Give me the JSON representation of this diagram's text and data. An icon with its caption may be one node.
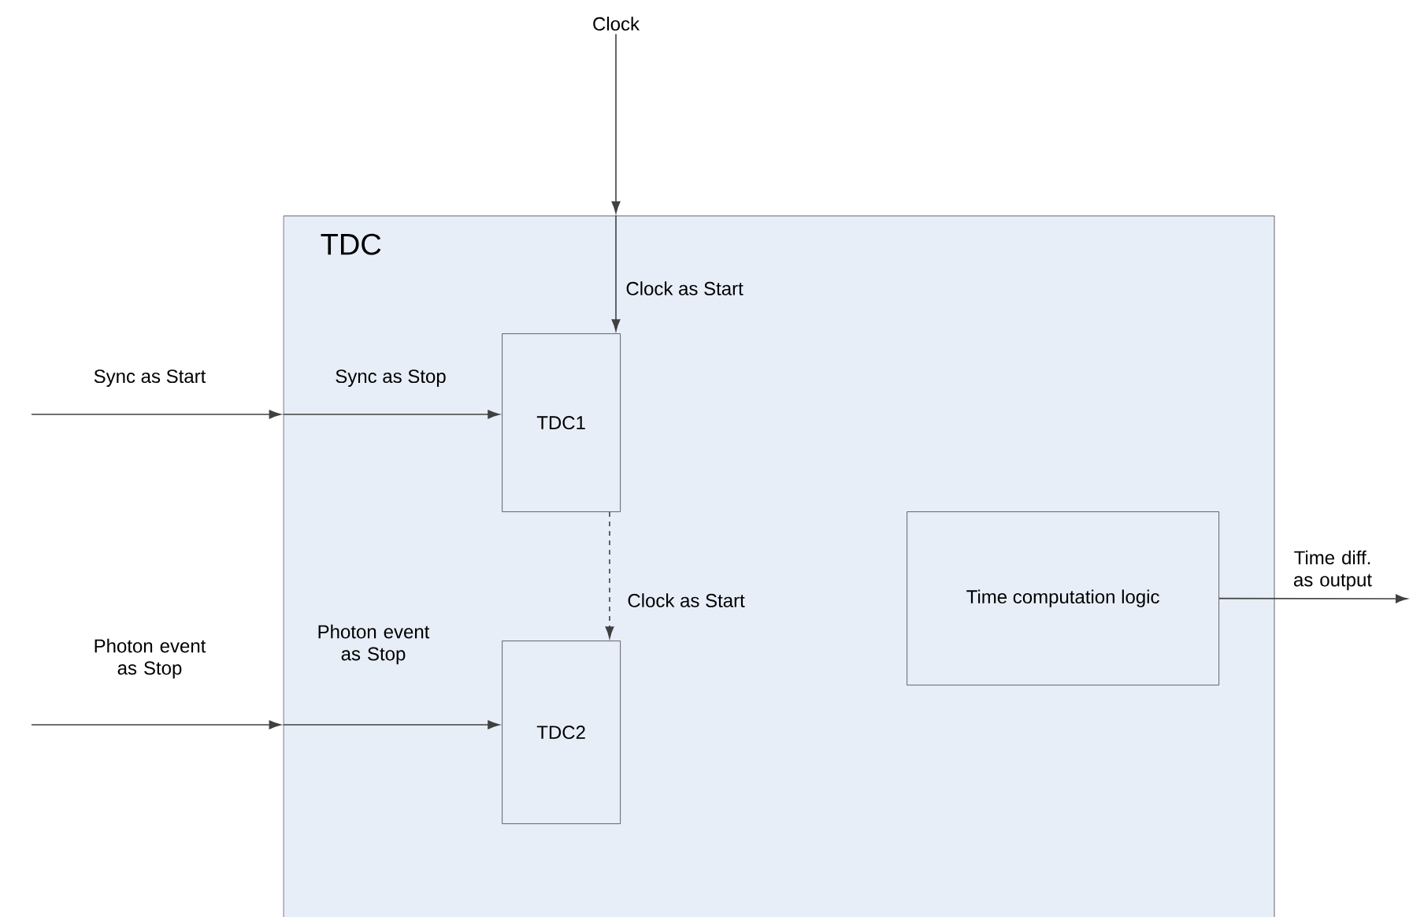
{
  "diagram": {
    "nodes": [
      {
        "text": [
          "TDC"
        ]
      },
      {
        "text": [
          "TDC1"
        ],
        "in": 0
      },
      {
        "text": [
          "TDC2"
        ],
        "in": 0
      },
      {
        "text": [
          "Time computation logic"
        ],
        "in": 0
      },
      {
        "text": [
          "Clock"
        ]
      }
    ],
    "edges": [
      {
        "from": 4,
        "to": 0,
        "arrow": "to"
      },
      {
        "from": 0,
        "to": 1,
        "arrow": "to",
        "label": "Clock as Start"
      },
      {
        "from": null,
        "to": 0,
        "arrow": "to",
        "label": "Sync as Start"
      },
      {
        "from": 0,
        "to": 1,
        "arrow": "to",
        "label": "Sync as Stop"
      },
      {
        "from": 1,
        "to": 2,
        "arrow": "to",
        "label": "Clock as Start",
        "style": "dashed"
      },
      {
        "from": null,
        "to": 0,
        "arrow": "to",
        "label": "Photon event as Stop"
      },
      {
        "from": 0,
        "to": 2,
        "arrow": "to",
        "label": "Photon event as Stop"
      },
      {
        "from": 3,
        "to": null,
        "arrow": "to",
        "label": "Time diff. as output"
      }
    ]
  }
}
